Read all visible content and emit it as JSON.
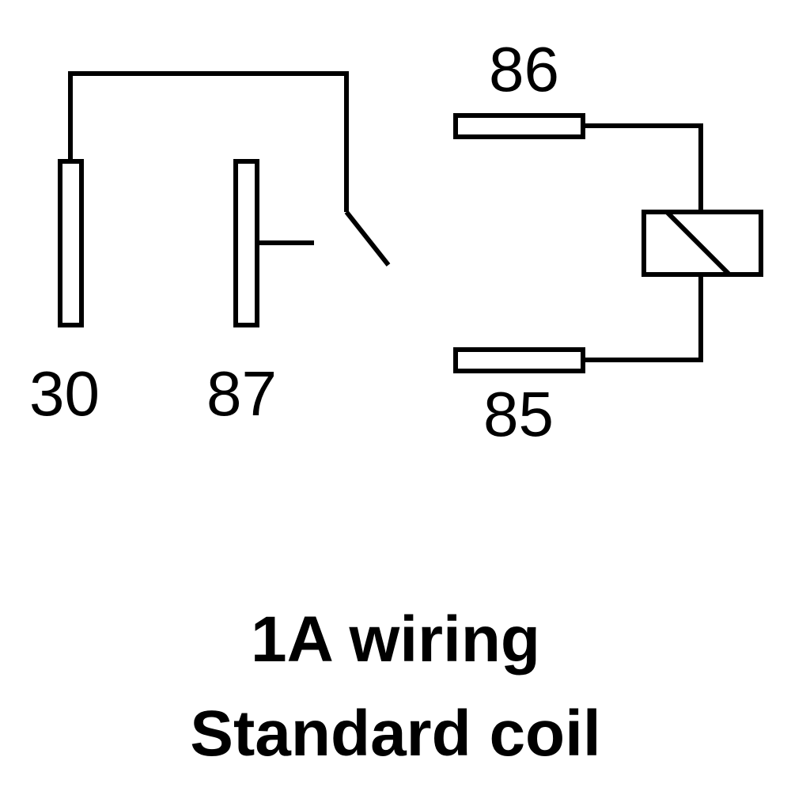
{
  "pins": {
    "pin_30": "30",
    "pin_87": "87",
    "pin_86": "86",
    "pin_85": "85"
  },
  "caption": {
    "line1": "1A wiring",
    "line2": "Standard coil"
  },
  "colors": {
    "line": "#000000",
    "background": "#ffffff"
  }
}
